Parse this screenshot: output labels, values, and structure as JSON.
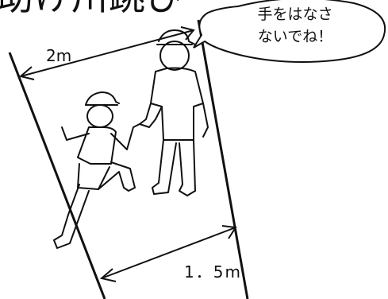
{
  "title": "助け川跳び",
  "speech_bubble": {
    "line1": "手をはなさ",
    "line2": "ないでね！"
  },
  "dimensions": {
    "top_width": "2m",
    "bottom_width": "1．5m"
  },
  "figures": [
    {
      "name": "running-child",
      "pose": "running, wearing cap"
    },
    {
      "name": "standing-child",
      "pose": "standing with hand extended, wearing cap"
    }
  ],
  "colors": {
    "line": "#111111",
    "background": "#ffffff"
  }
}
